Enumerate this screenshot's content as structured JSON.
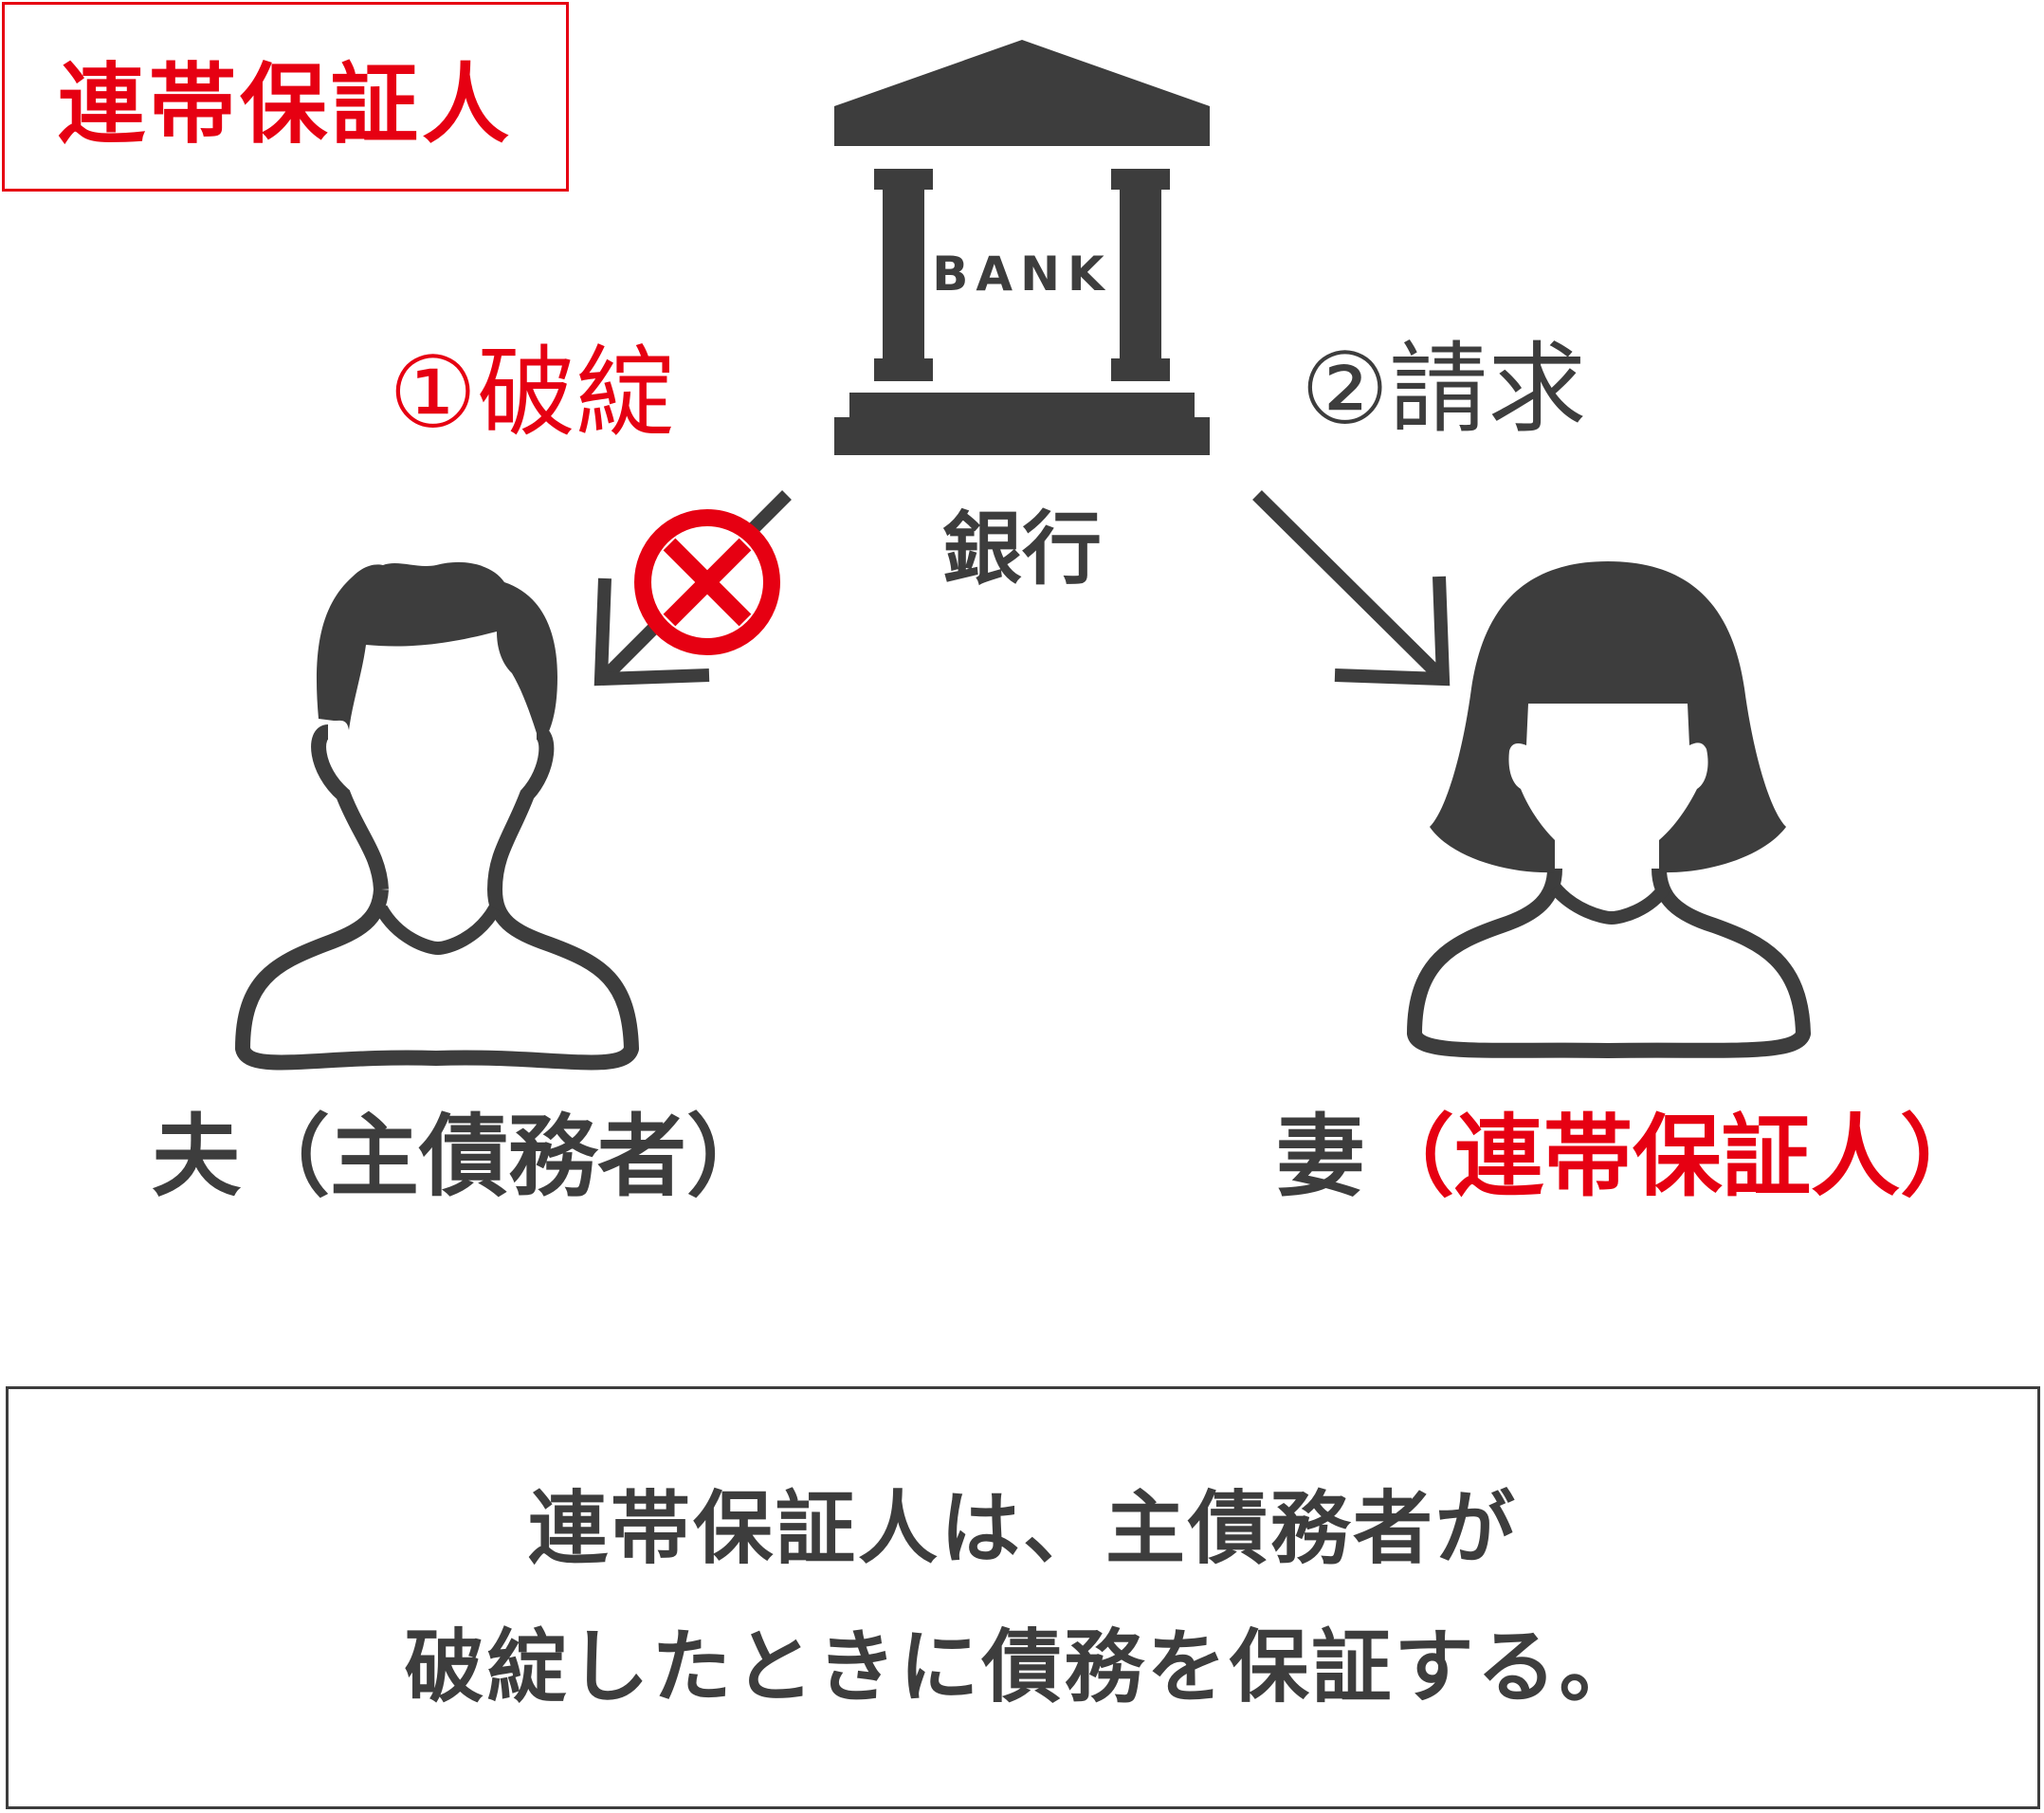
{
  "title": "連帯保証人",
  "bank": {
    "sign": "BANK",
    "label": "銀行"
  },
  "steps": {
    "step1": "①破綻",
    "step2": "②請求"
  },
  "persons": {
    "husband": {
      "name": "夫",
      "role": "（主債務者）"
    },
    "wife": {
      "name": "妻",
      "role": "（連帯保証人）"
    }
  },
  "summary": {
    "line1": "連帯保証人は、主債務者が",
    "line2": "破綻したときに債務を保証する。"
  },
  "colors": {
    "accent": "#e60012",
    "ink": "#3d3d3d",
    "background": "#ffffff"
  },
  "icons": [
    "bank-icon",
    "husband-icon",
    "wife-icon",
    "prohibited-icon"
  ]
}
